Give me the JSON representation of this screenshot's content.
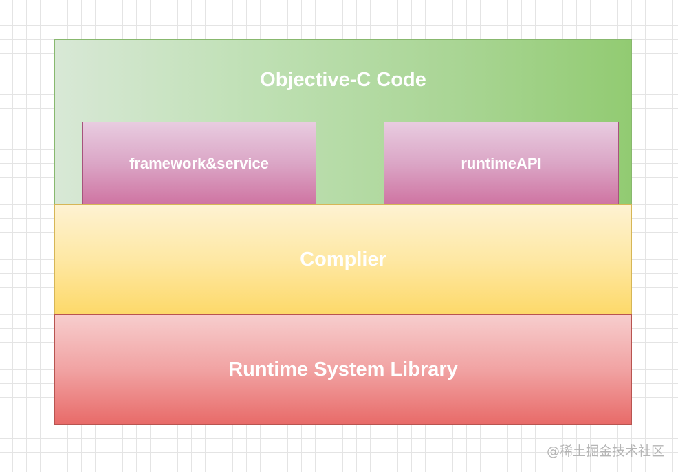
{
  "diagram": {
    "layers": {
      "objc": {
        "label": "Objective-C Code"
      },
      "framework": {
        "label": "framework&service"
      },
      "runtime_api": {
        "label": "runtimeAPI"
      },
      "compiler": {
        "label": "Complier"
      },
      "runtime_library": {
        "label": "Runtime System Library"
      }
    },
    "colors": {
      "objc_fill": "#92cb72",
      "objc_border": "#88b86e",
      "sub_fill": "#cf74a2",
      "sub_border": "#a7537d",
      "compiler_fill": "#fdd96a",
      "compiler_border": "#d6b656",
      "runtime_fill": "#e86b69",
      "runtime_border": "#b85450",
      "label_text": "#ffffff",
      "grid_line": "#e4e4e4",
      "watermark_text": "#b5b5b5"
    }
  },
  "watermark": {
    "text": "@稀土掘金技术社区"
  }
}
